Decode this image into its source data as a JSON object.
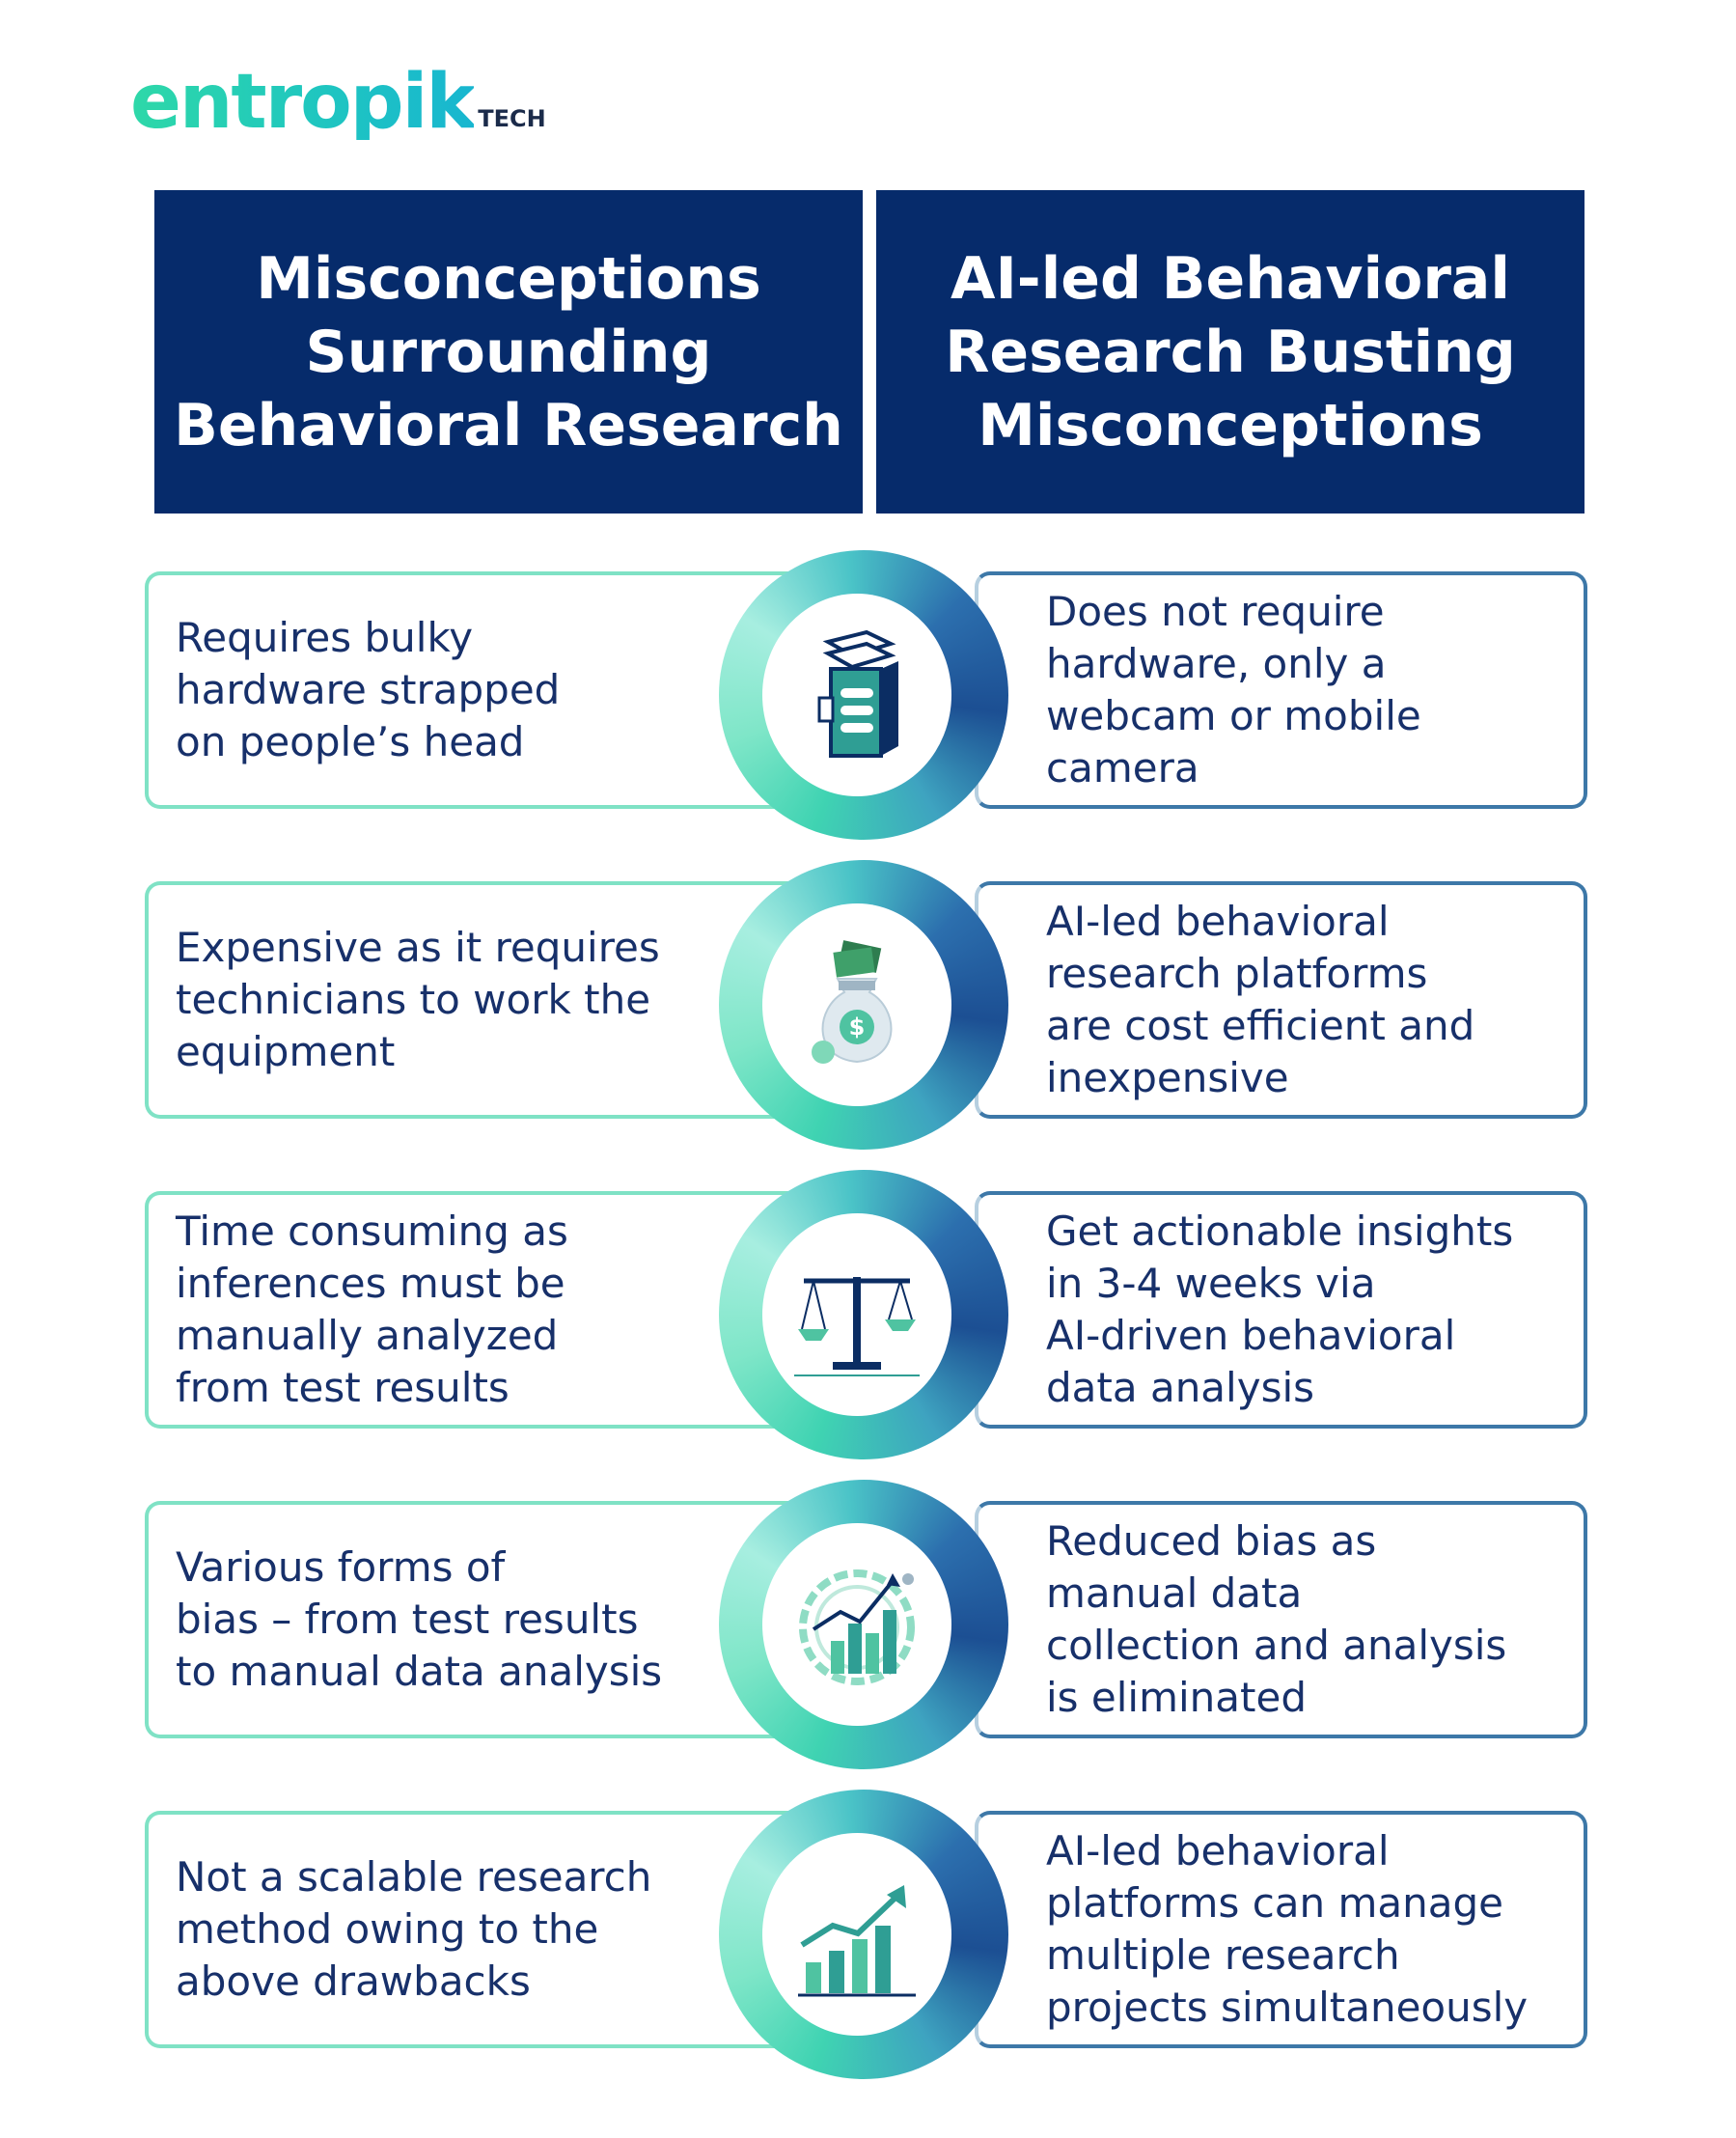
{
  "logo": {
    "main": "entropik",
    "sub": "TECH"
  },
  "headers": {
    "left": "Misconceptions\nSurrounding\nBehavioral Research",
    "right": "AI-led Behavioral\nResearch Busting\nMisconceptions"
  },
  "rows": [
    {
      "misconception": "Requires bulky\nhardware strapped\non people’s head",
      "solution": "Does not require\nhardware, only a\nwebcam or mobile\ncamera",
      "icon": "server-hardware-icon"
    },
    {
      "misconception": "Expensive as it requires\ntechnicians to work the\nequipment",
      "solution": "AI-led behavioral\nresearch platforms\nare cost efficient and\ninexpensive",
      "icon": "money-bag-icon"
    },
    {
      "misconception": "Time consuming as\ninferences must be\nmanually analyzed\nfrom test results",
      "solution": "Get actionable insights\nin 3-4 weeks via\nAI-driven behavioral\ndata analysis",
      "icon": "balance-scale-icon"
    },
    {
      "misconception": "Various forms of\nbias – from test results\nto manual data analysis",
      "solution": "Reduced bias as\nmanual data\ncollection and analysis\nis eliminated",
      "icon": "analytics-dial-icon"
    },
    {
      "misconception": "Not a scalable research\nmethod owing to the\nabove drawbacks",
      "solution": "AI-led behavioral\nplatforms can manage\nmultiple research\nprojects simultaneously",
      "icon": "growth-chart-icon"
    }
  ],
  "colors": {
    "header_bg": "#062b6b",
    "text": "#17306a",
    "accent_green": "#3fd3b2",
    "accent_blue": "#2c6fae"
  }
}
